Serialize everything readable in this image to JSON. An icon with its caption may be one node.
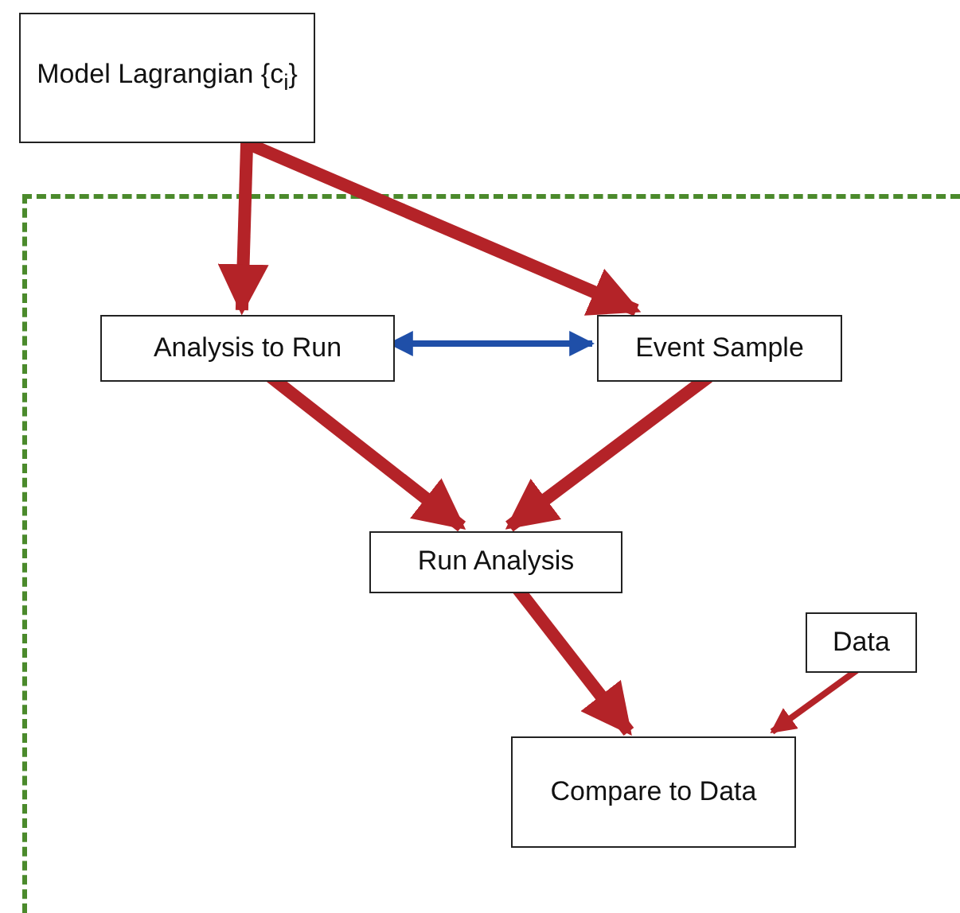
{
  "diagram": {
    "nodes": [
      {
        "text": [
          "Model Lagrangian {c$_{i}$}"
        ]
      },
      {
        "text": [],
        "shape": "box"
      },
      {
        "text": [
          "Analysis to Run"
        ],
        "in": 1
      },
      {
        "text": [
          "Event Sample"
        ],
        "in": 1
      },
      {
        "text": [
          "Run Analysis"
        ],
        "in": 1
      },
      {
        "text": [
          "Data"
        ],
        "in": 1
      },
      {
        "text": [
          "Compare to Data"
        ],
        "in": 1
      }
    ],
    "edges": [
      {
        "from": 0,
        "to": 2,
        "arrow": "to"
      },
      {
        "from": 0,
        "to": 3,
        "arrow": "to"
      },
      {
        "from": 2,
        "to": 3,
        "arrow": "both",
        "color": "#1f4fa8"
      },
      {
        "from": 2,
        "to": 4,
        "arrow": "to"
      },
      {
        "from": 3,
        "to": 4,
        "arrow": "to"
      },
      {
        "from": 4,
        "to": 6,
        "arrow": "to"
      },
      {
        "from": 5,
        "to": 6,
        "arrow": "to"
      }
    ]
  }
}
